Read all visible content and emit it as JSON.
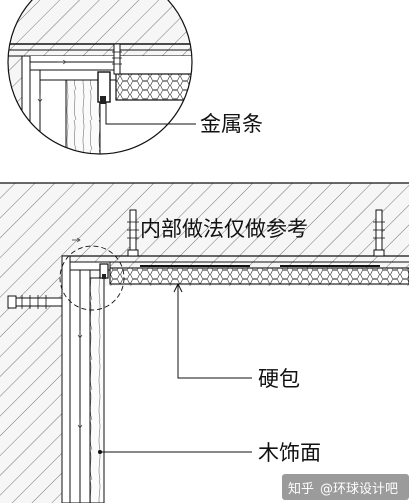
{
  "labels": {
    "metal_strip": "金属条",
    "interior_note": "内部做法仅做参考",
    "hard_panel": "硬包",
    "wood_finish": "木饰面"
  },
  "watermark": {
    "platform": "知乎",
    "handle": "@环球设计吧"
  },
  "colors": {
    "line": "#1a1a1a",
    "hatch": "#333333",
    "fill_concrete": "#f4f4f4",
    "watermark_bg": "#7a7a7a"
  }
}
